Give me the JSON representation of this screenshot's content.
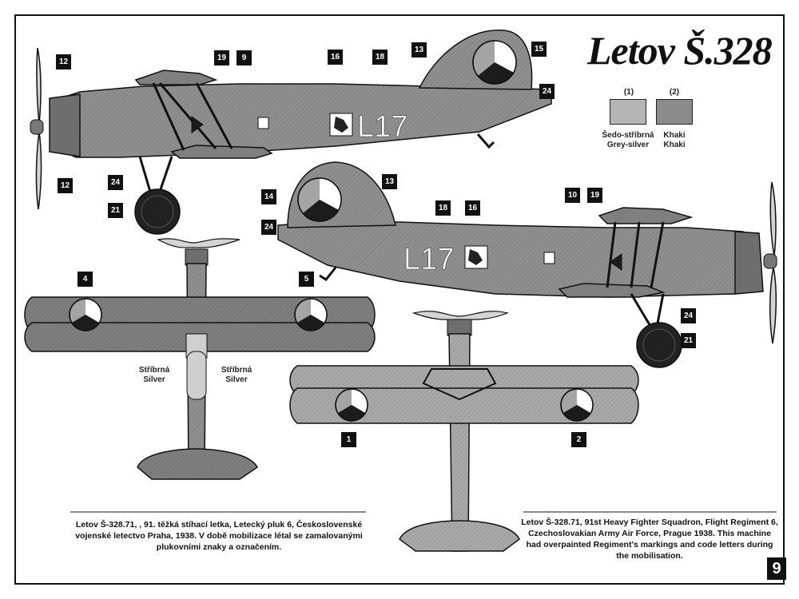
{
  "title": "Letov Š.328",
  "colors": {
    "fuselage": "#8f8f8f",
    "fuselage_dark": "#6e6e6e",
    "wing_top": "#7f7f7f",
    "wing_bottom": "#a9a9a9",
    "silver": "#cfcfcf",
    "roundel_white": "#ffffff",
    "roundel_red": "#a4a4a4",
    "roundel_blue": "#1c1c1c",
    "outline": "#111111"
  },
  "swatches": [
    {
      "number": "(1)",
      "name_cz": "Šedo-stříbrná",
      "name_en": "Grey-silver",
      "color": "#b5b5b5"
    },
    {
      "number": "(2)",
      "name_cz": "Khaki",
      "name_en": "Khaki",
      "color": "#8b8b8b"
    }
  ],
  "code_letters": "L17",
  "callouts": [
    "12",
    "12",
    "19",
    "9",
    "16",
    "18",
    "13",
    "15",
    "24",
    "24",
    "21",
    "14",
    "13",
    "24",
    "18",
    "16",
    "10",
    "19",
    "4",
    "5",
    "24",
    "21",
    "1",
    "2"
  ],
  "silver_labels": [
    {
      "cz": "Stříbrná",
      "en": "Silver"
    },
    {
      "cz": "Stříbrná",
      "en": "Silver"
    }
  ],
  "caption_cz": "Letov Š-328.71, , 91. těžká stíhací letka, Letecký pluk 6, Československé vojenské letectvo Praha, 1938. V době mobilizace létal se zamalovanými plukovními znaky a označením.",
  "caption_en": "Letov Š-328.71, 91st Heavy Fighter Squadron, Flight Regiment 6, Czechoslovakian Army Air Force, Prague 1938. This machine had overpainted Regiment's markings and code letters during the mobilisation.",
  "page_number": "9"
}
